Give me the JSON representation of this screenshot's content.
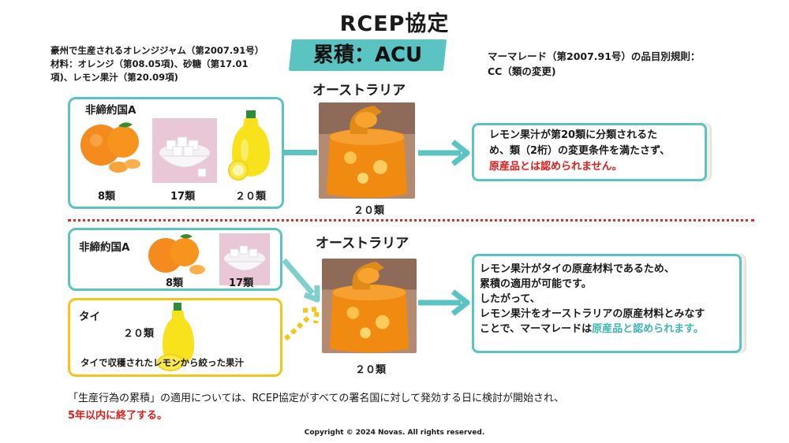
{
  "title": "RCEP協定",
  "subtitle": "累積：ACU",
  "product_note": [
    "豪州で生産されるオレンジジャム（第2007.91号）",
    "材料：オレンジ（第08.05項)、砂糖（第17.01",
    "項)、レモン果汁（第20.09項)"
  ],
  "rule_note": [
    "マーマレード（第2007.91号）の品目別規則：",
    "CC（類の変更)"
  ],
  "top": {
    "box_label": "非締約国A",
    "items": [
      {
        "icon": "orange-icon",
        "caption": "8類"
      },
      {
        "icon": "sugar-bowl-icon",
        "caption": "17類"
      },
      {
        "icon": "lemon-juice-bottle-icon",
        "caption": "２０類"
      }
    ],
    "country": "オーストラリア",
    "jar_caption": "２０類",
    "explain": [
      "レモン果汁が第20類に分類されるた",
      "め、類（2桁）の変更条件を満たさず、"
    ],
    "explain_red": "原産品とは認められません。"
  },
  "bottom": {
    "box_a_label": "非締約国A",
    "box_a_items": [
      {
        "icon": "orange-icon",
        "caption": "8類"
      },
      {
        "icon": "sugar-bowl-icon",
        "caption": "17類"
      }
    ],
    "box_b_label": "タイ",
    "box_b_caption": "２０類",
    "box_b_note": "タイで収穫されたレモンから絞った果汁",
    "country": "オーストラリア",
    "jar_caption": "２０類",
    "explain": [
      "レモン果汁がタイの原産材料であるため、",
      "累積の適用が可能です。",
      "したがって、",
      "レモン果汁をオーストラリアの原産材料とみなす"
    ],
    "explain_last_prefix": "ことで、マーマレードは",
    "explain_last_teal": "原産品と認められます。"
  },
  "footer_line1": "「生産行為の累積」の適用については、RCEP協定がすべての署名国に対して発効する日に検討が開始され、",
  "footer_line2": "5年以内に終了する。",
  "copyright": "Copyright © 2024 Novas. All rights reserved.",
  "colors": {
    "teal": "#5bc4c2",
    "yellow": "#f5c518",
    "red": "#e21b1b",
    "divider": "#d6302a"
  }
}
